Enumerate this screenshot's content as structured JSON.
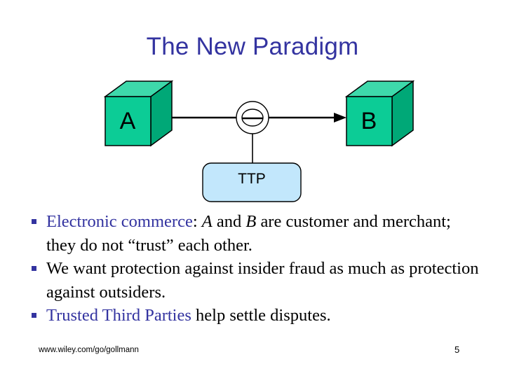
{
  "slide": {
    "title": "The New Paradigm",
    "page_number": "5",
    "footer_url": "www.wiley.com/go/gollmann",
    "colors": {
      "title_blue": "#3333a0",
      "accent_blue": "#3333a0",
      "cube_front": "#0ccc96",
      "cube_top": "#3ed9ab",
      "cube_side": "#00a877",
      "ttp_fill": "#c2e7fc",
      "outline": "#000000",
      "background": "#ffffff"
    }
  },
  "diagram": {
    "nodes": [
      {
        "id": "a",
        "label": "A",
        "shape": "cube-3d"
      },
      {
        "id": "b",
        "label": "B",
        "shape": "cube-3d"
      },
      {
        "id": "ttp",
        "label": "TTP",
        "shape": "rounded-rect"
      }
    ],
    "mediator": {
      "name": "mediator-symbol",
      "shape": "circle-with-inner-ellipse-and-bar"
    },
    "connectors": [
      {
        "from": "mediator",
        "to": "a",
        "style": "arrow-left"
      },
      {
        "from": "mediator",
        "to": "b",
        "style": "arrow-right"
      },
      {
        "from": "mediator",
        "to": "ttp",
        "style": "plain-line"
      }
    ]
  },
  "bullets": [
    {
      "marker": "§",
      "segments": [
        {
          "text": "Electronic commerce",
          "style": "accent"
        },
        {
          "text": ": ",
          "style": "plain"
        },
        {
          "text": "A",
          "style": "italic"
        },
        {
          "text": " and ",
          "style": "plain"
        },
        {
          "text": "B",
          "style": "italic"
        },
        {
          "text": " are customer and merchant; they do not “trust” each other.",
          "style": "plain"
        }
      ]
    },
    {
      "marker": "§",
      "segments": [
        {
          "text": "We want protection against insider fraud as much as protection against outsiders.",
          "style": "plain"
        }
      ]
    },
    {
      "marker": "§",
      "segments": [
        {
          "text": "Trusted Third Parties",
          "style": "accent"
        },
        {
          "text": " help settle disputes.",
          "style": "plain"
        }
      ]
    }
  ]
}
